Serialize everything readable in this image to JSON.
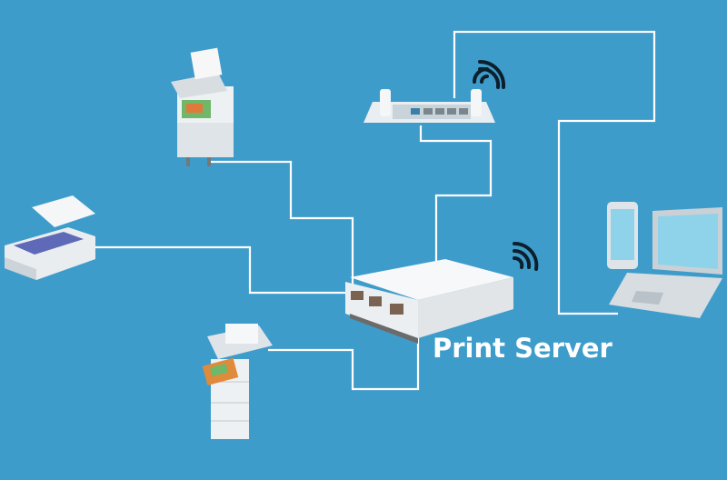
{
  "title": "Print Server",
  "colors": {
    "background": "#3e9ccb",
    "line": "#ffffff",
    "device": "#f2f4f5",
    "wifi": "#0d1f2d"
  },
  "devices": [
    "router",
    "atm-kiosk",
    "inkjet-printer",
    "copier",
    "print-server",
    "phone",
    "laptop"
  ]
}
